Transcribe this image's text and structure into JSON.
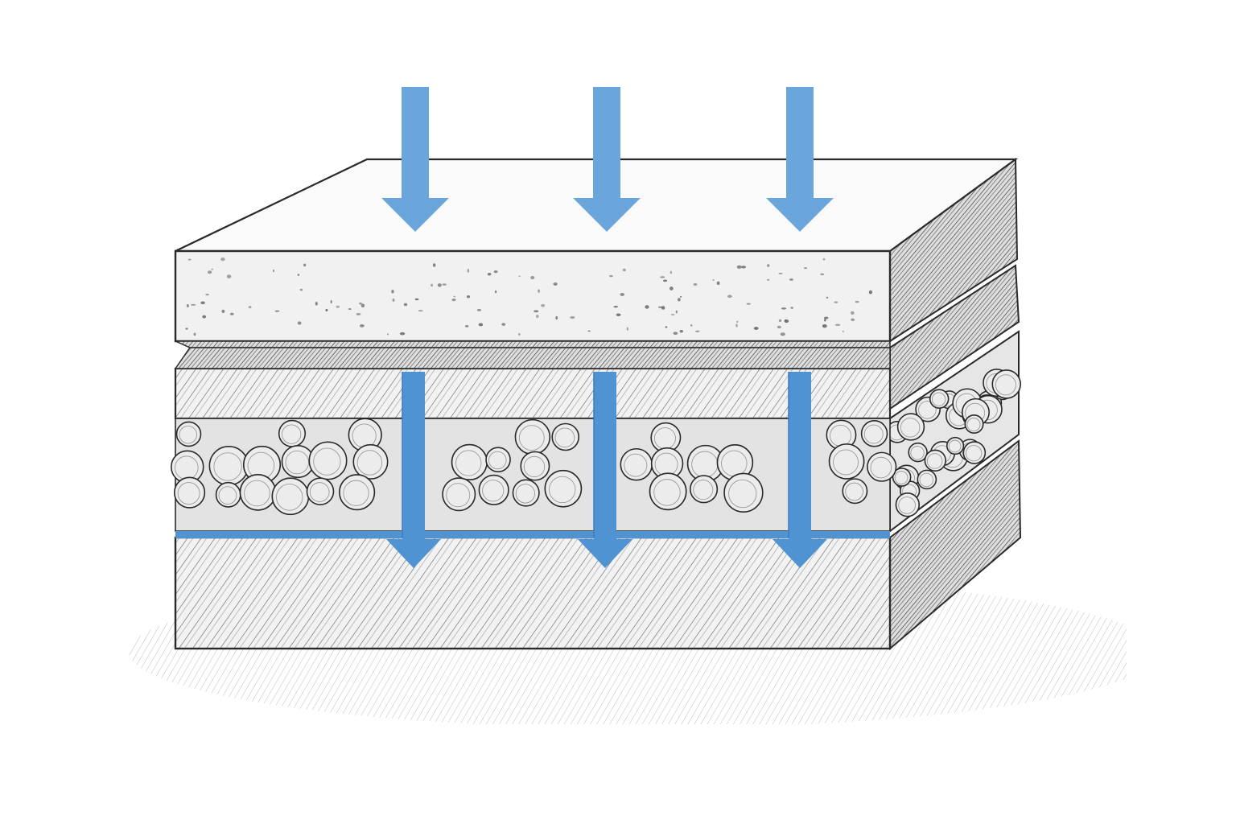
{
  "diagram": {
    "kind": "layered cross-section with downward flow arrows",
    "colors": {
      "water": "#4f93d2",
      "water_dark": "#3a7cc0",
      "arrow_top": "#6aa6dc",
      "outline": "#2a2a2a",
      "surface": "#f3f3f3",
      "surface_top": "#fafafa",
      "hatch": "#555555",
      "shadow": "#8a8a8a",
      "pebble_fill": "#ececec"
    },
    "layers": [
      {
        "id": "top-slab",
        "texture": "speckled"
      },
      {
        "id": "hatched-layer",
        "texture": "diagonal-hatch"
      },
      {
        "id": "gravel-layer",
        "texture": "pebbles"
      },
      {
        "id": "base-layer",
        "texture": "diagonal-hatch"
      }
    ],
    "inflow_arrow_count": 3,
    "drain_channel_count": 3,
    "flow_direction": "down",
    "icons": [
      "downward-arrow-icon",
      "drain-channel-icon"
    ]
  }
}
